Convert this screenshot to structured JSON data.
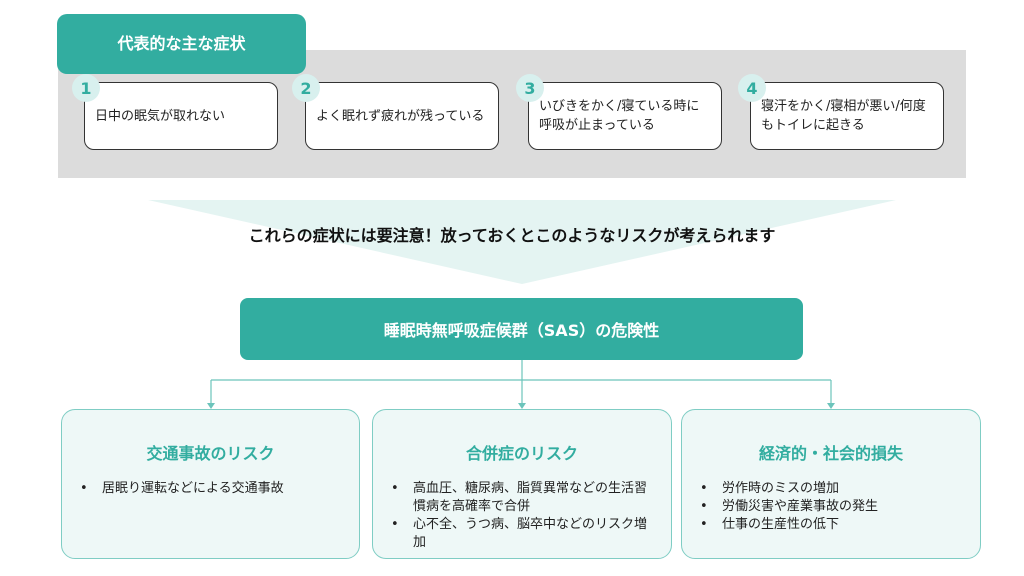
{
  "symptoms": {
    "title": "代表的な主な症状",
    "items": [
      {
        "number": "1",
        "text": "日中の眠気が取れない"
      },
      {
        "number": "2",
        "text": "よく眠れず疲れが残っている"
      },
      {
        "number": "3",
        "text": "いびきをかく/寝ている時に呼吸が止まっている"
      },
      {
        "number": "4",
        "text": "寝汗をかく/寝相が悪い/何度もトイレに起きる"
      }
    ]
  },
  "warning": "これらの症状には要注意！放っておくとこのようなリスクが考えられます",
  "main": {
    "title": "睡眠時無呼吸症候群（SAS）の危険性"
  },
  "risks": [
    {
      "title": "交通事故のリスク",
      "bullets": [
        "居眠り運転などによる交通事故"
      ]
    },
    {
      "title": "合併症のリスク",
      "bullets": [
        "高血圧、糖尿病、脂質異常などの生活習慣病を高確率で合併",
        "心不全、うつ病、脳卒中などのリスク増加"
      ]
    },
    {
      "title": "経済的・社会的損失",
      "bullets": [
        "労作時のミスの増加",
        "労働災害や産業事故の発生",
        "仕事の生産性の低下"
      ]
    }
  ],
  "colors": {
    "accent": "#32ada0",
    "panel": "#dcdcdc",
    "badge_bg": "#d8f0ee",
    "risk_bg": "#eef8f7"
  }
}
